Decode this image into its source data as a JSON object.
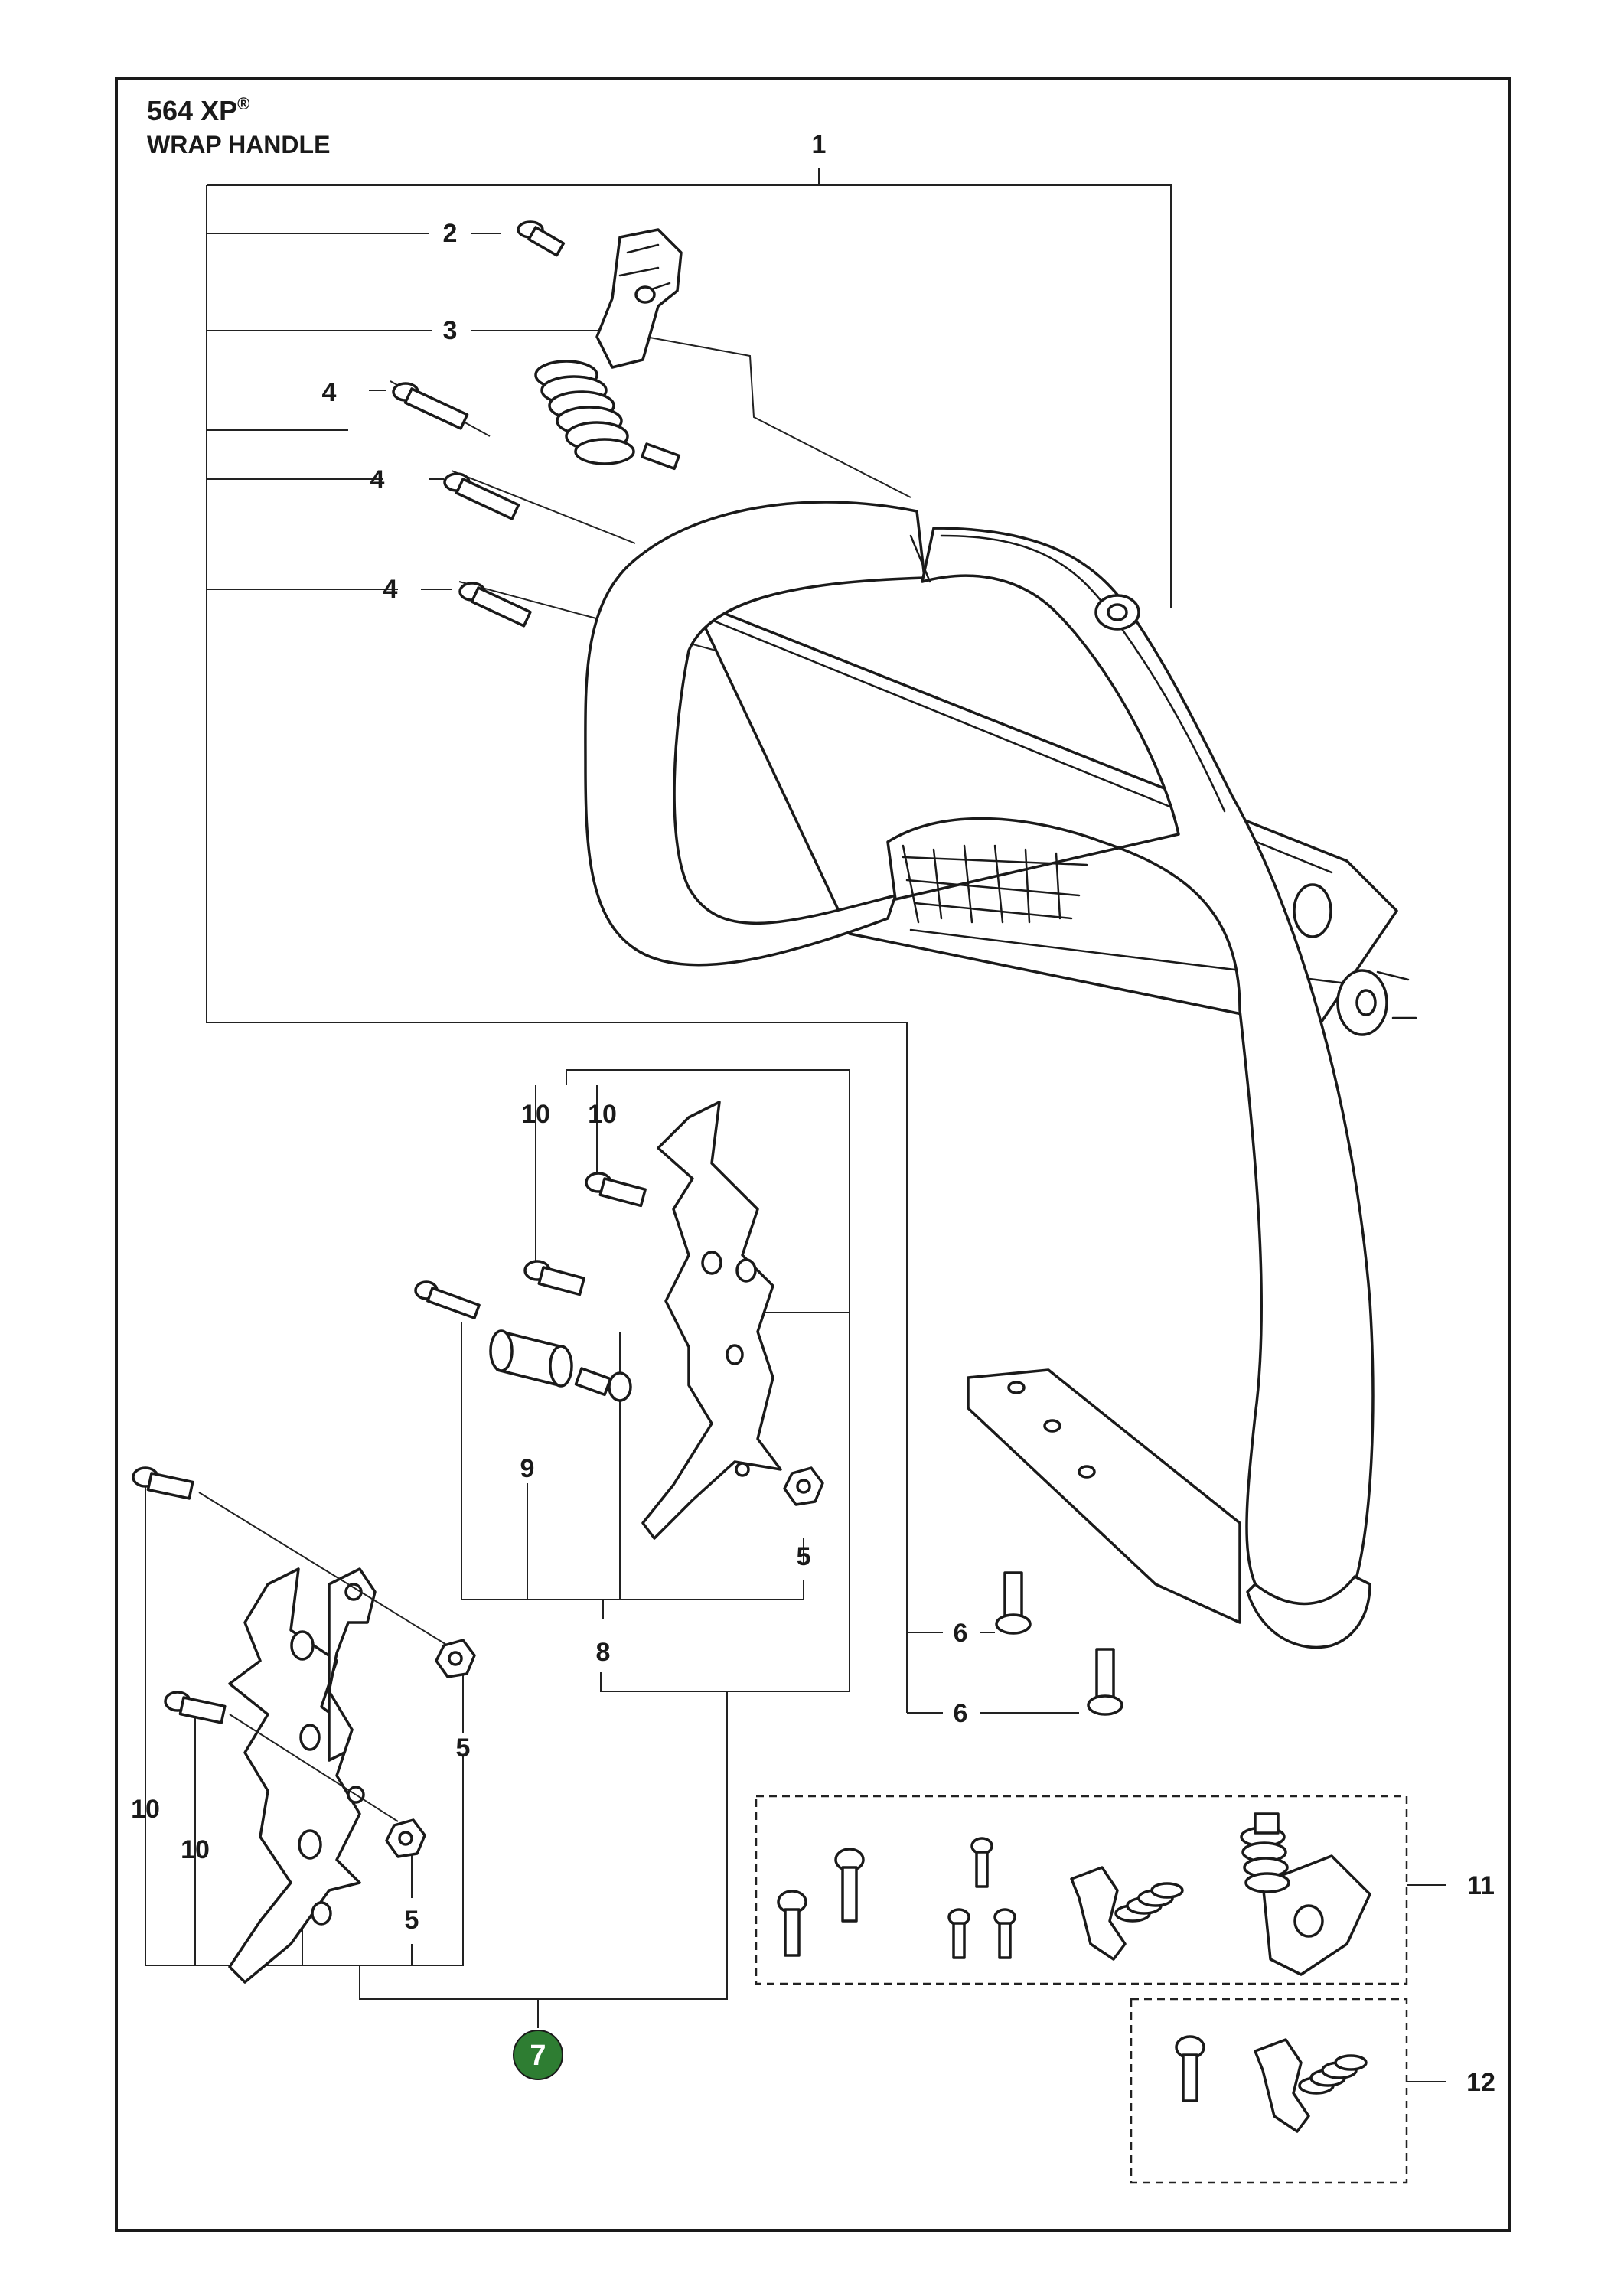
{
  "header": {
    "model": "564 XP",
    "registered_mark": "®",
    "subtitle": "WRAP HANDLE"
  },
  "callouts": {
    "c1": "1",
    "c2": "2",
    "c3": "3",
    "c4": "4",
    "c5": "5",
    "c6": "6",
    "c7": "7",
    "c8": "8",
    "c9": "9",
    "c10": "10",
    "c11": "11",
    "c12": "12"
  },
  "colors": {
    "highlight_badge": "#2e7d32",
    "line": "#1a1a1a",
    "background": "#ffffff"
  }
}
